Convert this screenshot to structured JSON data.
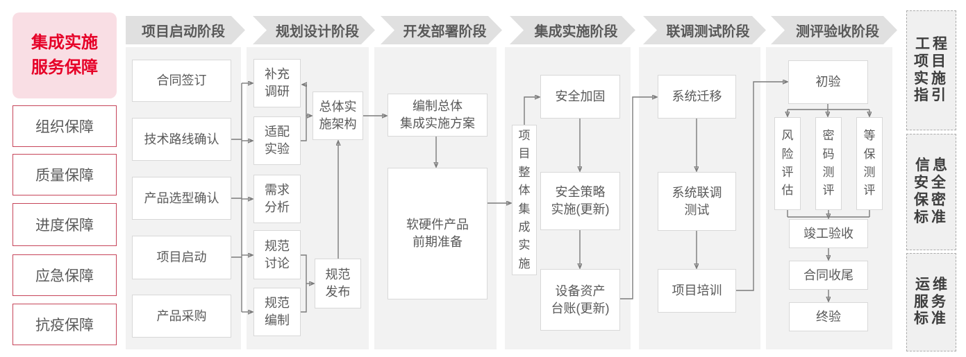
{
  "colors": {
    "accent_red": "#e60027",
    "pink_bg": "#f9dee4",
    "red_border": "#c64459",
    "banner_gray": "#e0e0e0",
    "column_gray": "#f2f2f2",
    "box_border": "#d8d8d8",
    "text_gray": "#595959",
    "line_gray": "#7a7a7a",
    "panel_text": "#3d3d3d"
  },
  "sidebar": {
    "title": "集成实施\n服务保障",
    "items": [
      {
        "label": "组织保障"
      },
      {
        "label": "质量保障"
      },
      {
        "label": "进度保障"
      },
      {
        "label": "应急保障"
      },
      {
        "label": "抗疫保障"
      }
    ]
  },
  "phases": [
    {
      "header": "项目启动阶段",
      "boxes": [
        "合同签订",
        "技术路线确认",
        "产品选型确认",
        "项目启动",
        "产品采购"
      ]
    },
    {
      "header": "规划设计阶段",
      "boxes": [
        "补充\n调研",
        "适配\n实验",
        "需求\n分析",
        "规范\n讨论",
        "规范\n编制",
        "总体实\n施架构",
        "规范\n发布"
      ]
    },
    {
      "header": "开发部署阶段",
      "boxes": [
        "编制总体\n集成实施方案",
        "软硬件产品\n前期准备"
      ]
    },
    {
      "header": "集成实施阶段",
      "boxes": [
        "项目整体集成实施",
        "安全加固",
        "安全策略\n实施(更新)",
        "设备资产\n台账(更新)"
      ]
    },
    {
      "header": "联调测试阶段",
      "boxes": [
        "系统迁移",
        "系统联调\n测试",
        "项目培训"
      ]
    },
    {
      "header": "测评验收阶段",
      "boxes": [
        "初验",
        "风险评估",
        "密码测评",
        "等保测评",
        "竣工验收",
        "合同收尾",
        "终验"
      ]
    }
  ],
  "right_panel": {
    "items": [
      {
        "label": "工程\n项目\n实施\n指引"
      },
      {
        "label": "信息\n安全\n保密\n标准"
      },
      {
        "label": "运维\n服务\n标准"
      }
    ]
  }
}
